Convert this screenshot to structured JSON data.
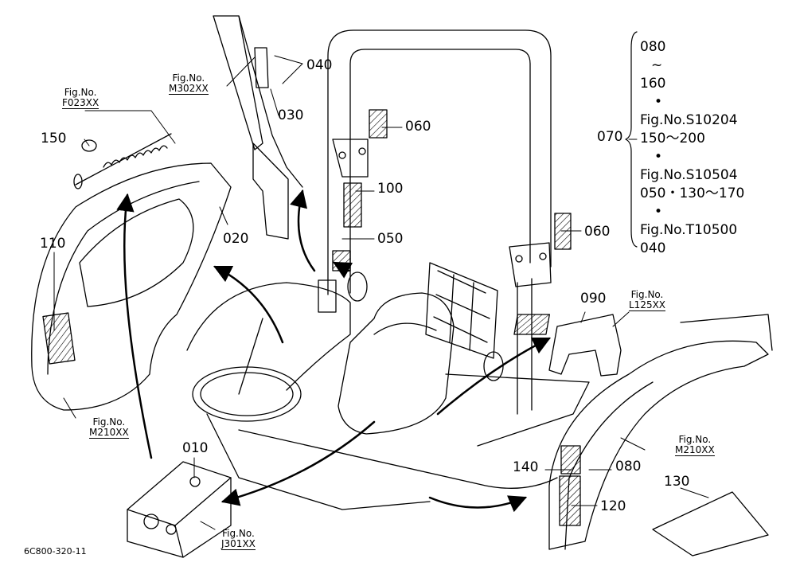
{
  "drawing_code": "6C800-320-11",
  "fig_refs": {
    "f023": {
      "line1": "Fig.No.",
      "line2": "F023XX"
    },
    "m302": {
      "line1": "Fig.No.",
      "line2": "M302XX"
    },
    "m210_left": {
      "line1": "Fig.No.",
      "line2": "M210XX"
    },
    "m210_right": {
      "line1": "Fig.No.",
      "line2": "M210XX"
    },
    "l125": {
      "line1": "Fig.No.",
      "line2": "L125XX"
    },
    "j301": {
      "line1": "Fig.No.",
      "line2": "J301XX"
    }
  },
  "parts": {
    "p010": "010",
    "p020": "020",
    "p030": "030",
    "p040": "040",
    "p050": "050",
    "p060a": "060",
    "p060b": "060",
    "p070": "070",
    "p080": "080",
    "p090": "090",
    "p100": "100",
    "p110": "110",
    "p120": "120",
    "p130": "130",
    "p140": "140",
    "p150": "150"
  },
  "set_note": {
    "line1": "080",
    "line2": "~",
    "line3": "160",
    "line4": "•",
    "line5": "Fig.No.S10204",
    "line6": "150～200",
    "line7": "•",
    "line8": "Fig.No.S10504",
    "line9": "050・130～170",
    "line10": "•",
    "line11": "Fig.No.T10500",
    "line12": "040"
  }
}
